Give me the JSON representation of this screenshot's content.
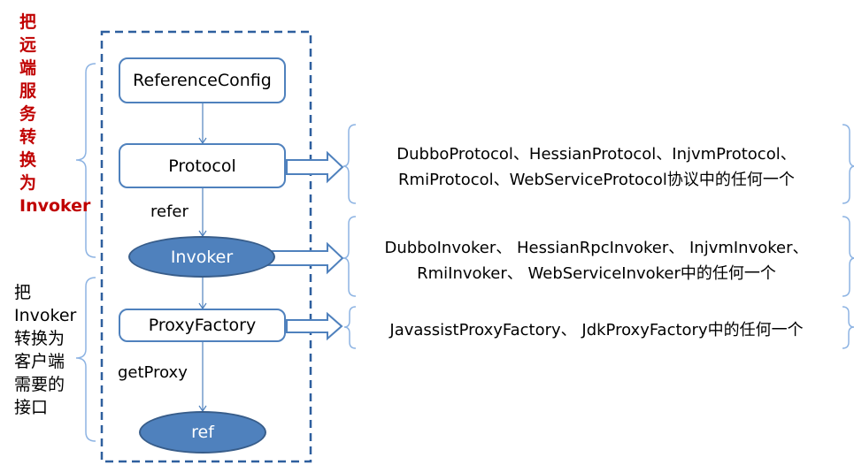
{
  "left_labels": {
    "top": [
      "把",
      "远",
      "端",
      "服",
      "务",
      "转",
      "换",
      "为",
      "Invoker"
    ],
    "bottom": [
      "把",
      "Invoker",
      "转换为",
      "客户端",
      "需要的",
      "接口"
    ]
  },
  "nodes": {
    "reference_config": "ReferenceConfig",
    "protocol": "Protocol",
    "invoker": "Invoker",
    "proxy_factory": "ProxyFactory",
    "ref": "ref"
  },
  "edge_labels": {
    "refer": "refer",
    "get_proxy": "getProxy"
  },
  "notes": {
    "protocol_line1": "DubboProtocol、HessianProtocol、InjvmProtocol、",
    "protocol_line2": "RmiProtocol、WebServiceProtocol协议中的任何一个",
    "invoker_line1": "DubboInvoker、 HessianRpcInvoker、 InjvmInvoker、",
    "invoker_line2": "RmiInvoker、 WebServiceInvoker中的任何一个",
    "proxy_line1": "JavassistProxyFactory、 JdkProxyFactory中的任何一个"
  },
  "colors": {
    "accent": "#4f81bd",
    "dashed_border": "#2e5f9e",
    "left_top_text": "#c00000",
    "brace": "#8eb4e3"
  }
}
